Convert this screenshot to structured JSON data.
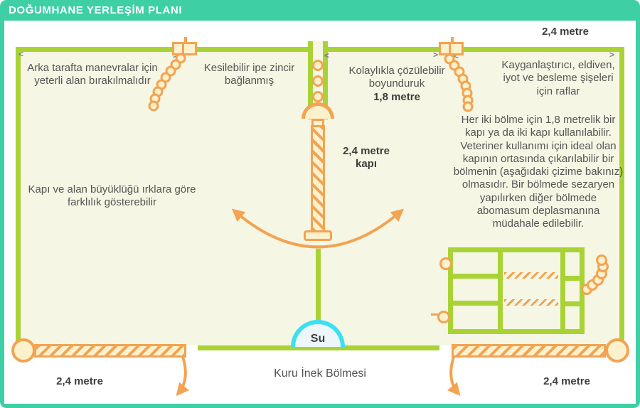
{
  "title": "DOĞUMHANE YERLEŞİM PLANI",
  "colors": {
    "teal": "#3ecfa4",
    "wall": "#a9d335",
    "orange": "#f3a351",
    "cream": "#f6f6e4",
    "shape": "#fcf1cd",
    "cyan": "#3ddff2",
    "cyan_fill": "#edf7fb",
    "text": "#545454",
    "text_dark": "#3e3e3e",
    "marker": "#7c8170"
  },
  "labels": {
    "top_right_dim": "2,4 metre",
    "rear_space_note": "Arka tarafta manevralar için yeterli alan bırakılmalıdır",
    "cuttable_rope_note": "Kesilebilir ipe zincir bağlanmış",
    "headlock_note": "Kolaylıkla çözülebilir boyunduruk",
    "headlock_dim": "1,8 metre",
    "shelves_note": "Kayganlaştırıcı, eldiven, iyot ve besleme şişeleri için raflar",
    "right_paragraph": "Her iki bölme için 1,8 metrelik bir kapı ya da iki kapı kullanılabilir. Veteriner kullanımı için ideal olan kapının ortasında çıkarılabilir bir bölmenin (aşağıdaki çizime bakınız) olmasıdır. Bir bölmede sezaryen yapılırken diğer bölmede abomasum deplasmanına müdahale edilebilir.",
    "gate_dim": "2,4 metre kapı",
    "door_size_note": "Kapı ve alan büyüklüğü ırklara göre farklılık gösterebilir",
    "water": "Su",
    "dry_cow_pen": "Kuru İnek Bölmesi",
    "bottom_left_dim": "2,4 metre",
    "bottom_right_dim": "2,4 metre"
  },
  "markers": {
    "left": "<",
    "right": ">"
  }
}
